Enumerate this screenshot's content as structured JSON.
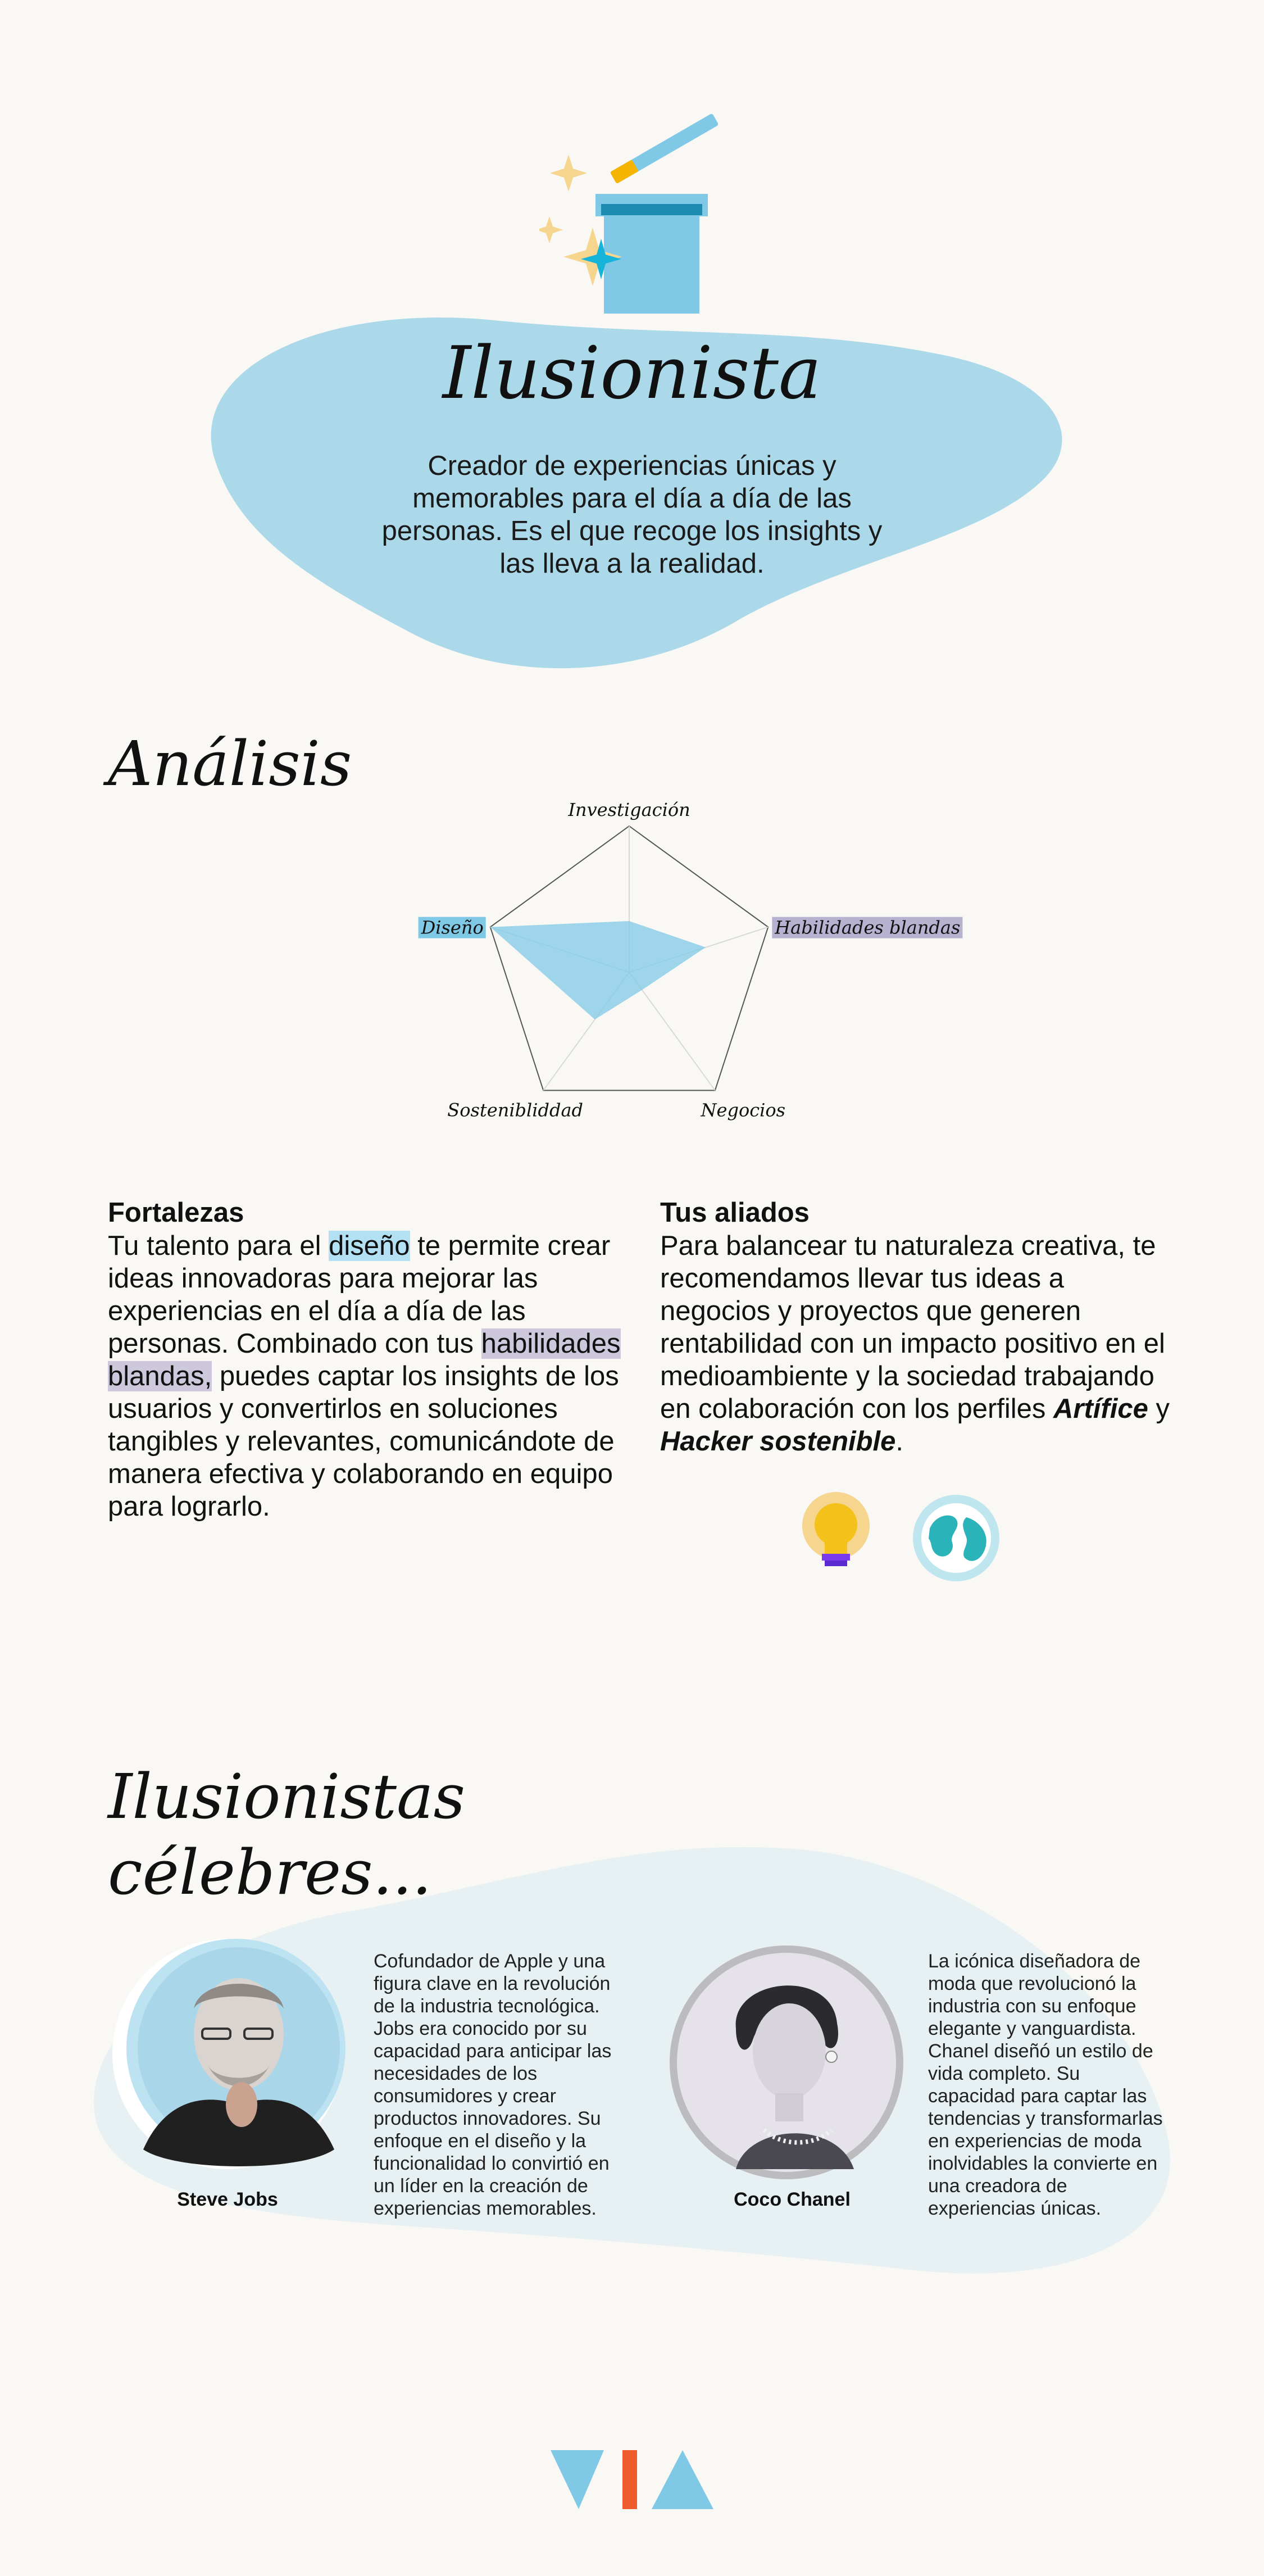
{
  "hero": {
    "title": "Ilusionista",
    "description": "Creador de experiencias únicas y memorables para el día a día de las personas. Es el que recoge los insights y las lleva a la realidad."
  },
  "analysis": {
    "title": "Análisis",
    "radar": {
      "axes": [
        "Investigación",
        "Habilidades blandas",
        "Negocios",
        "Sostenibliddad",
        "Diseño"
      ],
      "values": [
        0.35,
        0.55,
        0.15,
        0.4,
        1.0
      ],
      "highlight": {
        "Diseño": "#7fc9e6",
        "Habilidades blandas": "#b8b2d1"
      }
    }
  },
  "strengths": {
    "heading": "Fortalezas",
    "t1": "Tu talento para el ",
    "h1": "diseño",
    "t2": " te permite crear ideas innovadoras para mejorar las experiencias en el día a día de las personas. Combinado con tus ",
    "h2": "habilidades blandas,",
    "t3": " puedes captar los insights de los usuarios y convertirlos en soluciones tangibles y relevantes, comunicándote de manera efectiva y colaborando en equipo para lograrlo."
  },
  "allies": {
    "heading": "Tus aliados",
    "t1": "Para balancear tu naturaleza creativa, te recomendamos llevar tus ideas a negocios y proyectos que generen rentabilidad con un impacto positivo en el medioambiente y la sociedad trabajando en colaboración con los perfiles ",
    "b1": "Artífice",
    "t2": " y ",
    "b2": "Hacker sostenible",
    "t3": ".",
    "icons": [
      "lightbulb-icon",
      "globe-icon"
    ]
  },
  "famous": {
    "title": "Ilusionistas célebres...",
    "people": [
      {
        "name": "Steve Jobs",
        "bio": "Cofundador de Apple y una figura clave en la revolución de la industria tecnológica. Jobs era conocido por su capacidad para anticipar las necesidades de los consumidores y crear productos innovadores. Su enfoque en el diseño y la funcionalidad lo convirtió en un líder en la creación de experiencias memorables."
      },
      {
        "name": "Coco Chanel",
        "bio": "La icónica diseñadora de moda que revolucionó la industria con su enfoque elegante y vanguardista. Chanel diseñó un estilo de vida completo. Su capacidad para captar las tendencias y transformarlas en experiencias de moda inolvidables la convierte en una creadora de experiencias únicas."
      }
    ]
  },
  "colors": {
    "background": "#f9f8f5",
    "hero_blob": "#abd9ea",
    "famous_blob": "#e7f0f2",
    "accent_blue": "#7fc9e6",
    "accent_purple": "#cdc8dc",
    "logo_orange": "#ef5b2d"
  }
}
